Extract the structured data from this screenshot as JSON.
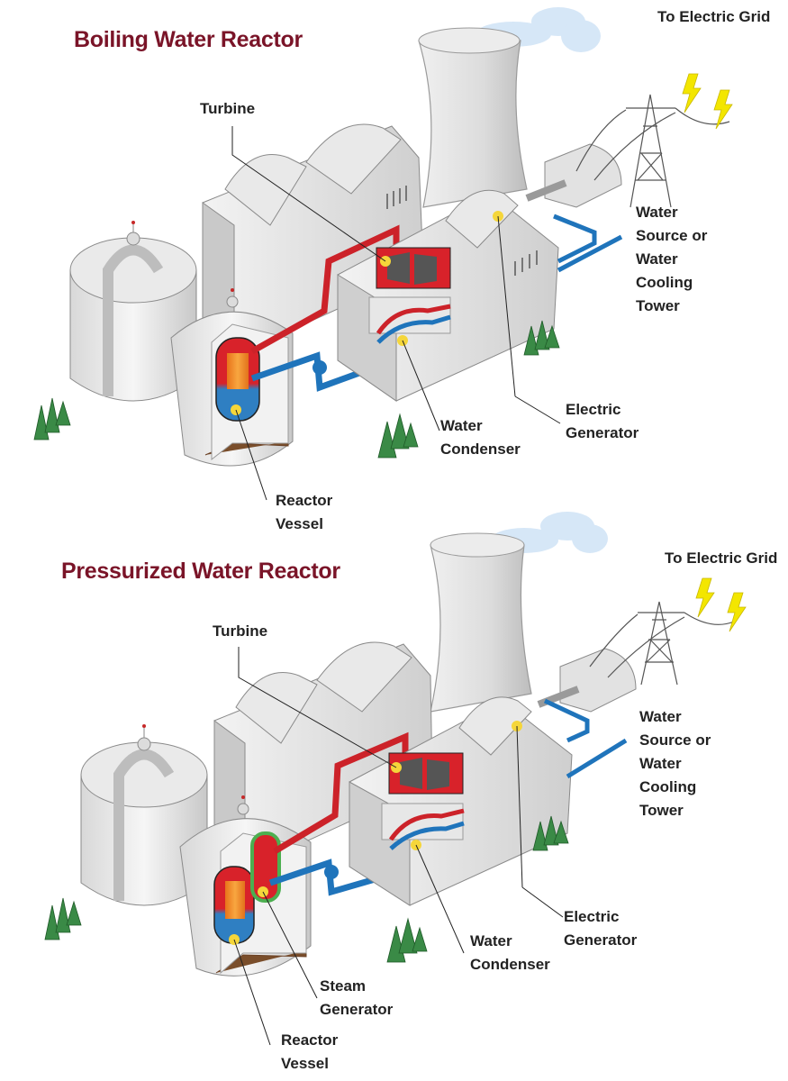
{
  "diagrams": [
    {
      "title": "Boiling Water Reactor",
      "labels": {
        "grid": "To Electric Grid",
        "turbine": "Turbine",
        "water_source": [
          "Water",
          "Source or",
          "Water",
          "Cooling",
          "Tower"
        ],
        "generator": [
          "Electric",
          "Generator"
        ],
        "condenser": [
          "Water",
          "Condenser"
        ],
        "reactor_vessel": [
          "Reactor",
          "Vessel"
        ]
      }
    },
    {
      "title": "Pressurized Water Reactor",
      "labels": {
        "grid": "To Electric Grid",
        "turbine": "Turbine",
        "water_source": [
          "Water",
          "Source or",
          "Water",
          "Cooling",
          "Tower"
        ],
        "generator": [
          "Electric",
          "Generator"
        ],
        "condenser": [
          "Water",
          "Condenser"
        ],
        "steam_generator": [
          "Steam",
          "Generator"
        ],
        "reactor_vessel": [
          "Reactor",
          "Vessel"
        ]
      }
    }
  ],
  "colors": {
    "title": "#7a1428",
    "hot_pipe": "#cc2229",
    "cold_pipe": "#1f74bb",
    "core": "#f08a1d",
    "steam_gen": "#4caf50",
    "lightning": "#f3e600",
    "tree": "#3a8a46",
    "building": "#e3e3e3",
    "ground": "#7a4e2b"
  }
}
